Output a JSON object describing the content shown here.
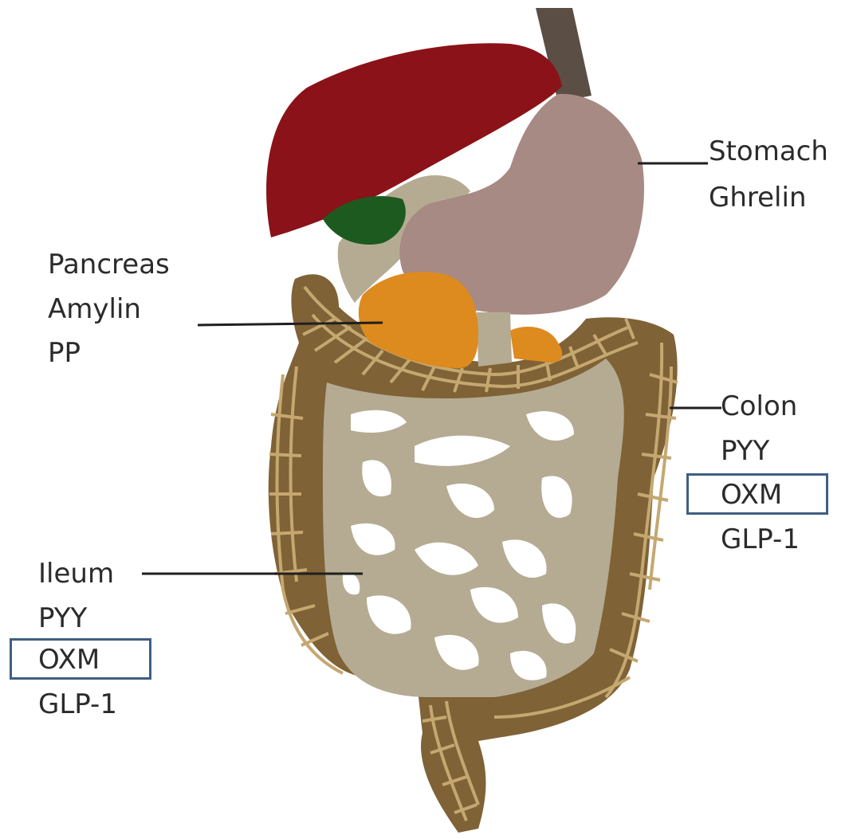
{
  "title": "",
  "labels": {
    "stomach": {
      "organ": "Stomach",
      "hormones": [
        "Ghrelin"
      ]
    },
    "pancreas": {
      "organ": "Pancreas",
      "hormones": [
        "Amylin",
        "PP"
      ]
    },
    "colon": {
      "organ": "Colon",
      "hormones": [
        "PYY",
        "OXM",
        "GLP-1"
      ]
    },
    "ileum": {
      "organ": "Ileum",
      "hormones": [
        "PYY",
        "OXM",
        "GLP-1"
      ]
    }
  },
  "highlighted": [
    "colon: OXM",
    "ileum: OXM"
  ],
  "colors": {
    "liver": "#8b1218",
    "gallbladder": "#1d5a1f",
    "stomach": "#a78a83",
    "pancreas": "#dd8a1e",
    "colon": "#7f6236",
    "colon_lines": "#c5a870",
    "small_intestine": "#b5ab93",
    "esophagus": "#5a4e45",
    "highlight_box": "#3f5f82",
    "text": "#2b2b2b"
  }
}
